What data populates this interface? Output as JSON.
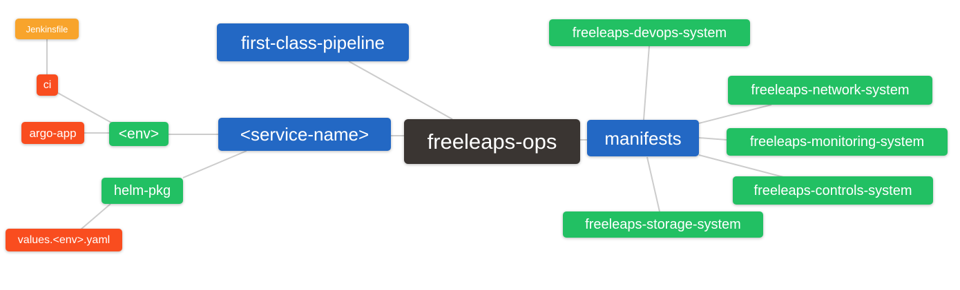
{
  "diagram": {
    "type": "mindmap",
    "root_label": "freeleaps-ops"
  },
  "colors": {
    "root_node": "#3a3532",
    "branch_node": "#2368c4",
    "green_node": "#22c063",
    "red_node": "#f94d1f",
    "orange_node": "#f8a42c",
    "edge_line": "#cccccc",
    "node_text": "#ffffff",
    "background": "#ffffff"
  },
  "nodes": {
    "root": {
      "label": "freeleaps-ops"
    },
    "first_class_pipeline": {
      "label": "first-class-pipeline"
    },
    "service_name": {
      "label": "<service-name>"
    },
    "manifests": {
      "label": "manifests"
    },
    "env": {
      "label": "<env>"
    },
    "helm_pkg": {
      "label": "helm-pkg"
    },
    "argo_app": {
      "label": "argo-app"
    },
    "ci": {
      "label": "ci"
    },
    "jenkinsfile": {
      "label": "Jenkinsfile"
    },
    "values_env_yaml": {
      "label": "values.<env>.yaml"
    },
    "devops_system": {
      "label": "freeleaps-devops-system"
    },
    "network_system": {
      "label": "freeleaps-network-system"
    },
    "monitoring_system": {
      "label": "freeleaps-monitoring-system"
    },
    "controls_system": {
      "label": "freeleaps-controls-system"
    },
    "storage_system": {
      "label": "freeleaps-storage-system"
    }
  },
  "edges": [
    {
      "from": "jenkinsfile",
      "to": "ci"
    },
    {
      "from": "ci",
      "to": "env"
    },
    {
      "from": "argo_app",
      "to": "env"
    },
    {
      "from": "env",
      "to": "service_name"
    },
    {
      "from": "helm_pkg",
      "to": "service_name"
    },
    {
      "from": "values_env_yaml",
      "to": "helm_pkg"
    },
    {
      "from": "service_name",
      "to": "root"
    },
    {
      "from": "first_class_pipeline",
      "to": "root"
    },
    {
      "from": "root",
      "to": "manifests"
    },
    {
      "from": "manifests",
      "to": "devops_system"
    },
    {
      "from": "manifests",
      "to": "network_system"
    },
    {
      "from": "manifests",
      "to": "monitoring_system"
    },
    {
      "from": "manifests",
      "to": "controls_system"
    },
    {
      "from": "manifests",
      "to": "storage_system"
    }
  ]
}
